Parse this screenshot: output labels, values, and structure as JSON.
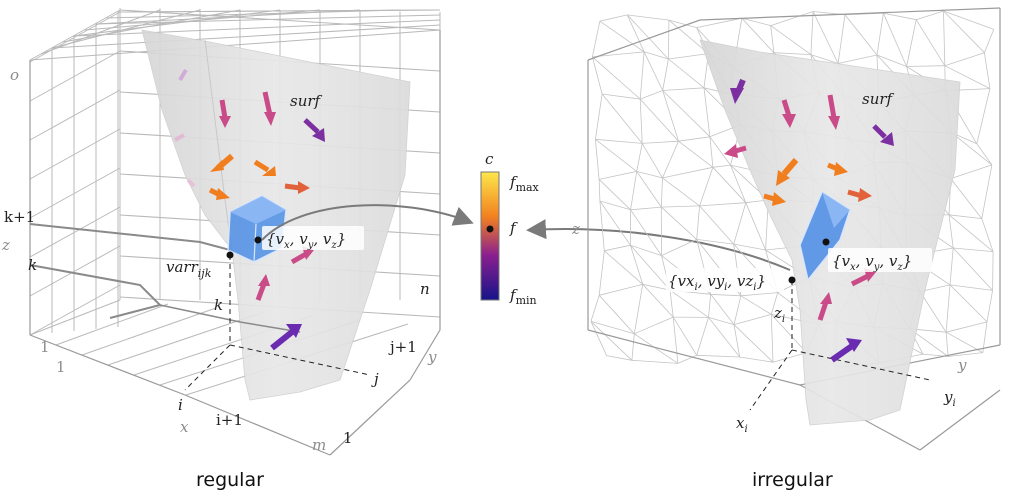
{
  "diagram": {
    "colors": {
      "surface": "#e2e2e2",
      "cell": "#4f8fe6",
      "colorbar_top": "#fde74c",
      "colorbar_mid": "#f2801f",
      "colorbar_low": "#7b1fa2",
      "colorbar_bottom": "#16148a",
      "connector": "#7a7a7a"
    },
    "regular": {
      "caption": "regular",
      "surface_label": "surf",
      "axis_o": "o",
      "axis_z": "z",
      "tick_k1": "k+1",
      "tick_k": "k",
      "tick_one_z": "1",
      "tick_one_x": "1",
      "tick_i": "i",
      "tick_i1": "i+1",
      "axis_x": "x",
      "tick_k_inner": "k",
      "tick_n": "n",
      "tick_j1": "j+1",
      "tick_j": "j",
      "axis_y": "y",
      "tick_one_y": "1",
      "tick_m": "m",
      "var_label": "varr",
      "var_sub": "ijk",
      "vector_label": "{v",
      "vector_parts": [
        "x",
        ", v",
        "y",
        ", v",
        "z",
        "}"
      ]
    },
    "irregular": {
      "caption": "irregular",
      "surface_label": "surf",
      "axis_z": "z",
      "axis_y": "y",
      "tick_yi": "y",
      "tick_yi_sub": "i",
      "tick_xi": "x",
      "tick_xi_sub": "i",
      "tick_zi": "z",
      "tick_zi_sub": "i",
      "point_label": "{vx",
      "point_parts": [
        "i",
        ", vy",
        "i",
        ", vz",
        "i",
        "}"
      ],
      "vector_label": "{v",
      "vector_parts": [
        "x",
        ", v",
        "y",
        ", v",
        "z",
        "}"
      ]
    },
    "colorbar": {
      "title": "c",
      "max_label": "f",
      "max_sub": "max",
      "mid_label": "f",
      "min_label": "f",
      "min_sub": "min"
    }
  }
}
